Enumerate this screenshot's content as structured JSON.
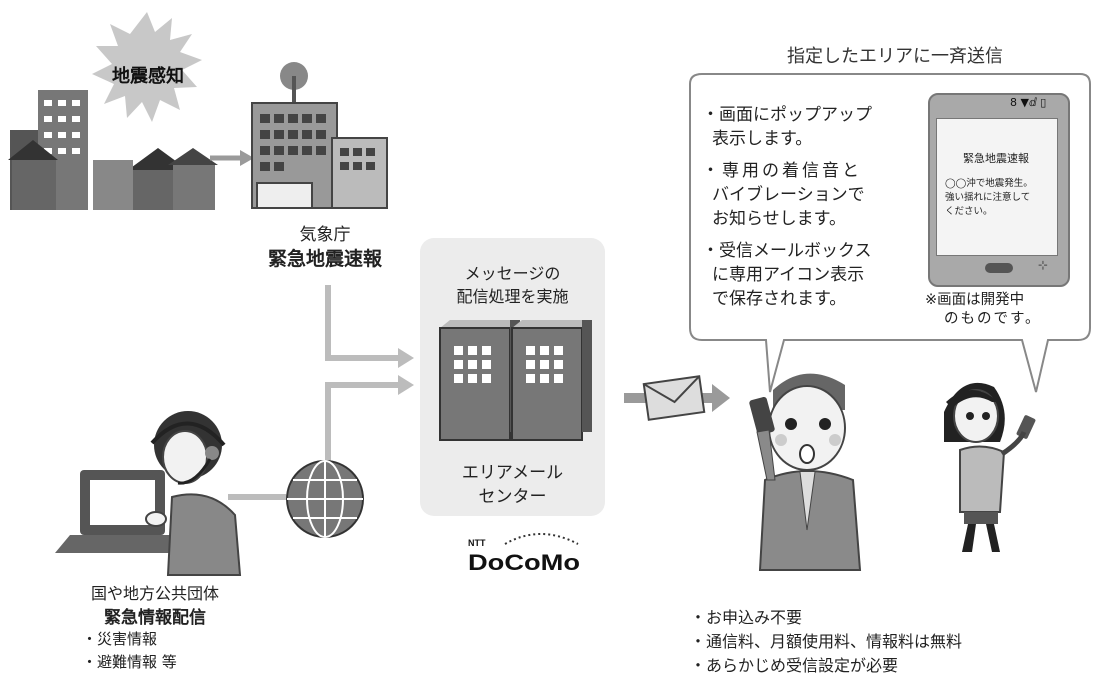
{
  "earthquake": {
    "burst_label": "地震感知"
  },
  "jma": {
    "name": "気象庁",
    "service": "緊急地震速報"
  },
  "center": {
    "caption_line1": "メッセージの",
    "caption_line2": "配信処理を実施",
    "name_line1": "エリアメール",
    "name_line2": "センター",
    "logo_ntt": "NTT",
    "logo_text": "DoCoMo"
  },
  "government": {
    "line1": "国や地方公共団体",
    "line2": "緊急情報配信",
    "items": [
      "・災害情報",
      "・避難情報 等"
    ]
  },
  "broadcast": {
    "title": "指定したエリアに一斉送信"
  },
  "features": [
    {
      "line1": "・画面にポップアップ",
      "line2": "表示します。"
    },
    {
      "line1": "・専用の着信音と",
      "line2": "バイブレーションで",
      "line3": "お知らせします。"
    },
    {
      "line1": "・受信メールボックス",
      "line2": "に専用アイコン表示",
      "line3": "で保存されます。"
    }
  ],
  "phone": {
    "status": "8 ▼ⅆ ▯",
    "alert_title": "緊急地震速報",
    "alert_body": [
      "◯◯沖で地震発生。",
      "強い揺れに注意して",
      "ください。"
    ]
  },
  "dev_note": {
    "line1": "※画面は開発中",
    "line2": "のものです。"
  },
  "notes": [
    "・お申込み不要",
    "・通信料、月額使用料、情報料は無料",
    "・あらかじめ受信設定が必要"
  ],
  "colors": {
    "gray_dark": "#555555",
    "gray_mid": "#9a9a9a",
    "gray_light": "#d9d9d9",
    "panel": "#ececec"
  }
}
